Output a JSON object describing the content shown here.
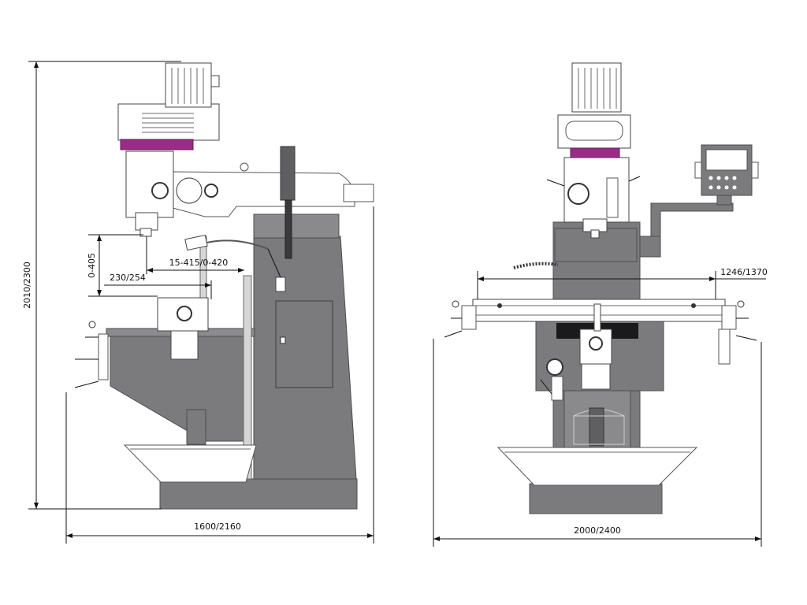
{
  "drawing": {
    "colors": {
      "machine_body": "#7b7b7e",
      "machine_dark": "#5f5f62",
      "accent_purple": "#9b2c86",
      "line": "#111111",
      "background": "#ffffff"
    },
    "side_view": {
      "dimensions": {
        "overall_height": "2010/2300",
        "overall_length": "1600/2160",
        "quill_travel": "0-405",
        "ram_travel": "15-415/0-420",
        "spindle_to_column": "230/254"
      }
    },
    "front_view": {
      "dimensions": {
        "table_length": "1246/1370",
        "overall_width": "2000/2400"
      }
    }
  }
}
